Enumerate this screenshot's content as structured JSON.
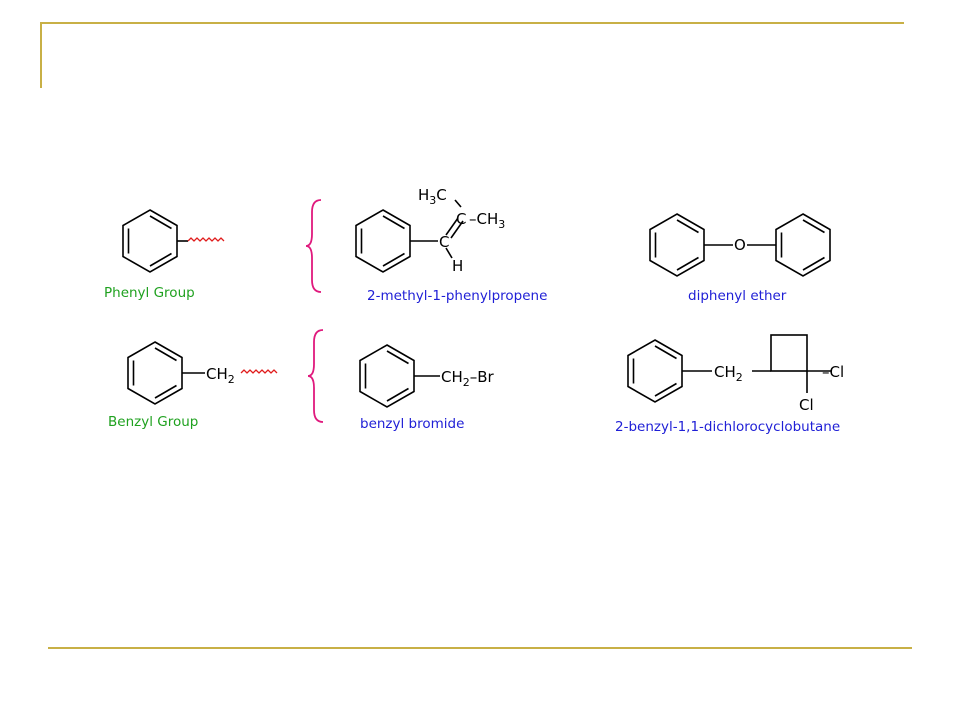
{
  "colors": {
    "frame": "#c8b046",
    "group_label": "#1fa11f",
    "compound_label": "#1f1fd6",
    "bracket": "#e0197d",
    "attachment": "#e01c1c",
    "bond": "#000000"
  },
  "rows": [
    {
      "group": {
        "label": "Phenyl Group"
      },
      "examples": [
        {
          "label": "2-methyl-1-phenylpropene",
          "atoms": {
            "h3c": "H",
            "h3c_sub": "3",
            "h3c_c": "C",
            "c1": "C",
            "ch3": "–CH",
            "ch3_sub": "3",
            "c2": "C",
            "h": "H"
          }
        },
        {
          "label": "diphenyl ether",
          "atoms": {
            "o": "O"
          }
        }
      ]
    },
    {
      "group": {
        "label": "Benzyl Group",
        "atoms": {
          "ch2": "CH",
          "ch2_sub": "2"
        }
      },
      "examples": [
        {
          "label": "benzyl bromide",
          "atoms": {
            "ch2": "CH",
            "ch2_sub": "2",
            "br": "–Br"
          }
        },
        {
          "label": "2-benzyl-1,1-dichlorocyclobutane",
          "atoms": {
            "ch2": "CH",
            "ch2_sub": "2",
            "cl1": "–Cl",
            "cl2": "Cl"
          }
        }
      ]
    }
  ]
}
